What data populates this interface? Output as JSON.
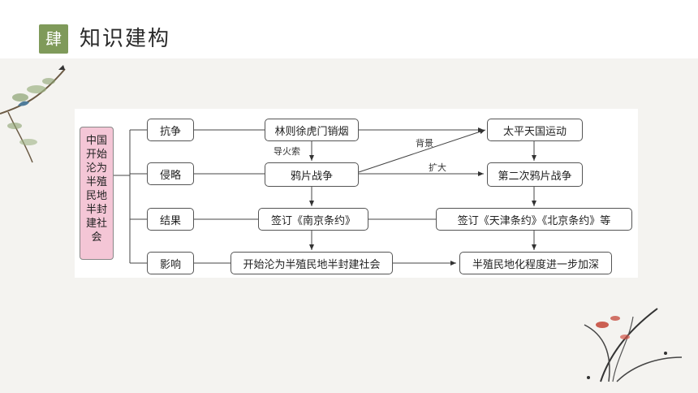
{
  "header": {
    "badge": "肆",
    "title": "知识建构"
  },
  "diagram": {
    "root": "中国\n开始\n沦为\n半殖\n民地\n半封\n建社\n会",
    "categories": [
      "抗争",
      "侵略",
      "结果",
      "影响"
    ],
    "nodes": {
      "lin": "林则徐虎门销烟",
      "opium_war": "鸦片战争",
      "nanjing": "签订《南京条约》",
      "begin": "开始沦为半殖民地半封建社会",
      "taiping": "太平天国运动",
      "second_war": "第二次鸦片战争",
      "tianjin": "签订《天津条约》《北京条约》等",
      "deepen": "半殖民地化程度进一步加深"
    },
    "edge_labels": {
      "fuse": "导火索",
      "background": "背景",
      "expand": "扩大"
    }
  }
}
